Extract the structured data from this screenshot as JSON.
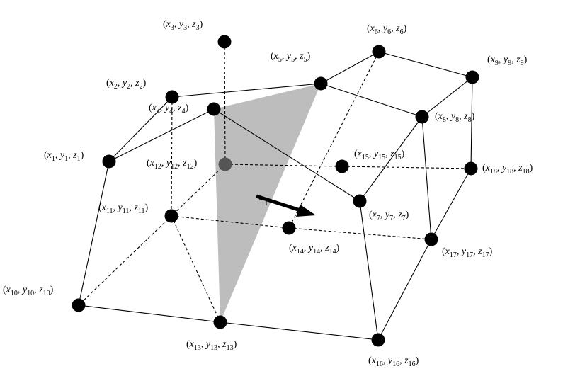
{
  "diagram": {
    "nodes": [
      {
        "id": 1,
        "label": "(x1, y1, z1)"
      },
      {
        "id": 2,
        "label": "(x2, y2, z2)"
      },
      {
        "id": 3,
        "label": "(x3, y3, z3)"
      },
      {
        "id": 4,
        "label": "(x4, y4, z4)"
      },
      {
        "id": 5,
        "label": "(x5, y5, z5)"
      },
      {
        "id": 6,
        "label": "(x6, y6, z6)"
      },
      {
        "id": 7,
        "label": "(x7, y7, z7)"
      },
      {
        "id": 8,
        "label": "(x8, y8, z8)"
      },
      {
        "id": 9,
        "label": "(x9, y9, z9)"
      },
      {
        "id": 10,
        "label": "(x10, y10, z10)"
      },
      {
        "id": 11,
        "label": "(x11, y11, z11)"
      },
      {
        "id": 12,
        "label": "(x12, y12, z12)"
      },
      {
        "id": 13,
        "label": "(x13, y13, z13)"
      },
      {
        "id": 14,
        "label": "(x14, y14, z14)"
      },
      {
        "id": 15,
        "label": "(x15, y15, z15)"
      },
      {
        "id": 16,
        "label": "(x16, y16, z16)"
      },
      {
        "id": 17,
        "label": "(x17, y17, z17)"
      },
      {
        "id": 18,
        "label": "(x18, y18, z18)"
      }
    ],
    "solid_edges": [
      [
        1,
        2
      ],
      [
        2,
        5
      ],
      [
        5,
        6
      ],
      [
        6,
        9
      ],
      [
        9,
        8
      ],
      [
        8,
        5
      ],
      [
        1,
        4
      ],
      [
        4,
        7
      ],
      [
        7,
        8
      ],
      [
        1,
        10
      ],
      [
        10,
        13
      ],
      [
        13,
        16
      ],
      [
        16,
        7
      ],
      [
        16,
        17
      ],
      [
        17,
        18
      ],
      [
        18,
        9
      ],
      [
        17,
        8
      ]
    ],
    "dashed_edges": [
      [
        3,
        12
      ],
      [
        2,
        11
      ],
      [
        6,
        14
      ],
      [
        12,
        15
      ],
      [
        15,
        18
      ],
      [
        11,
        14
      ],
      [
        14,
        17
      ],
      [
        12,
        10
      ],
      [
        11,
        13
      ]
    ],
    "shaded_face": [
      4,
      5,
      13
    ],
    "colors": {
      "node": "#000000",
      "hidden_node": "#555555",
      "face_fill": "#bdbdbd",
      "line": "#000000"
    }
  }
}
